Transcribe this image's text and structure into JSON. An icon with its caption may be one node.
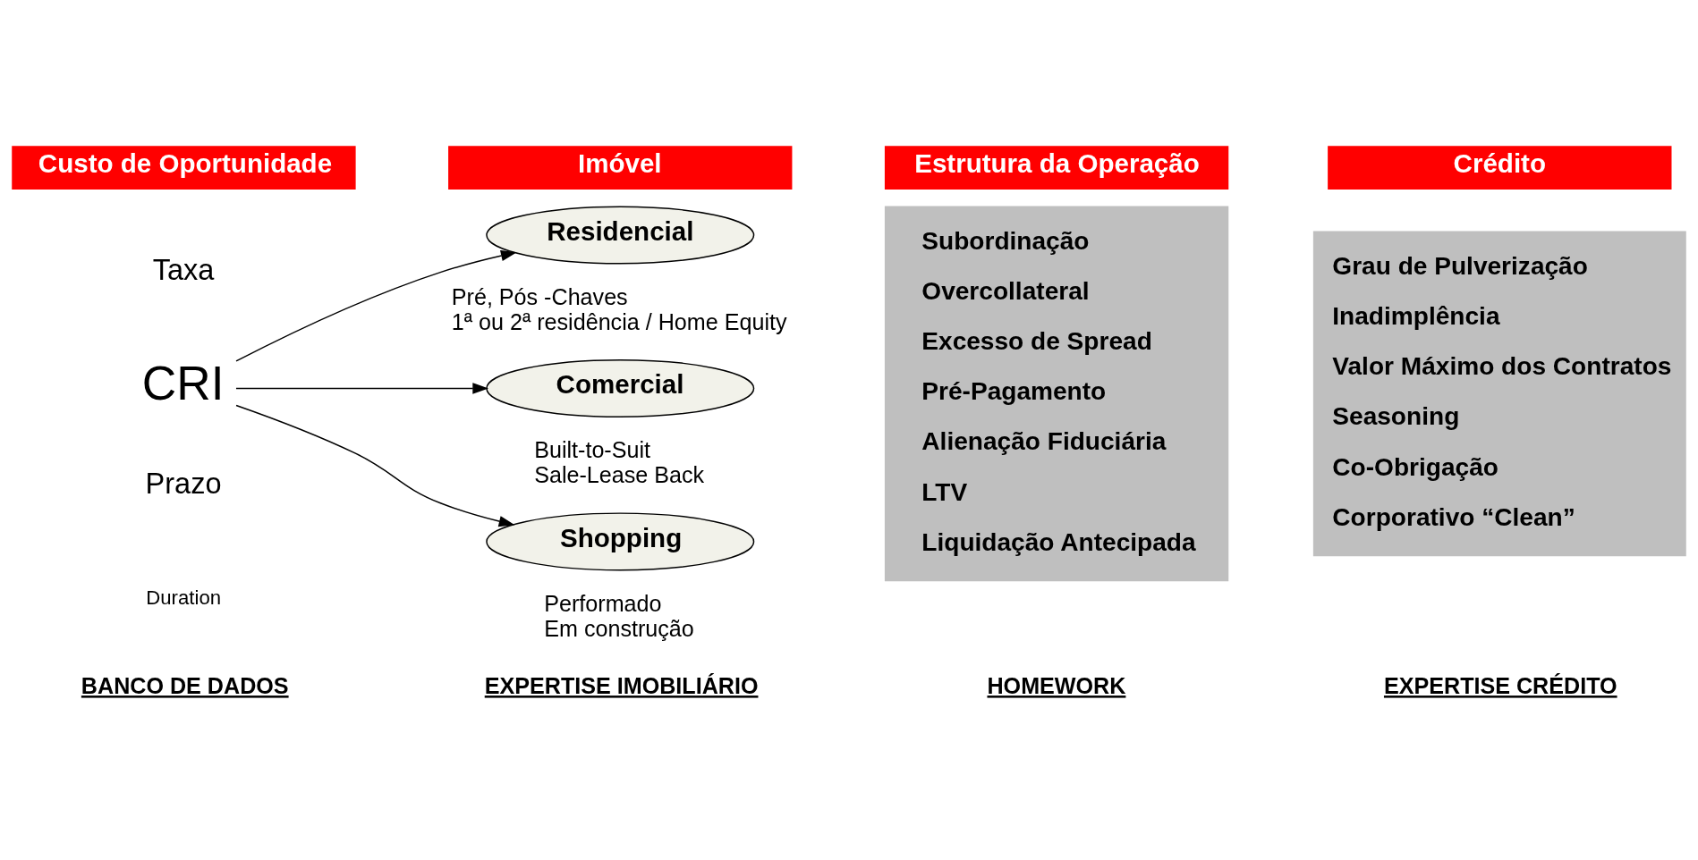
{
  "diagram": {
    "nodes": [
      {
        "text": [
          "Custo de Oportunidade"
        ]
      },
      {
        "text": [
          "Imóvel"
        ]
      },
      {
        "text": [
          "Estrutura da Operação"
        ]
      },
      {
        "text": [
          "Crédito"
        ]
      },
      {
        "text": [
          "CRI"
        ]
      },
      {
        "text": [
          "Residencial"
        ],
        "beside": [
          "Pré, Pós -Chaves",
          "1ª ou 2ª residência / Home Equity"
        ]
      },
      {
        "text": [
          "Comercial"
        ],
        "beside": [
          "Built-to-Suit",
          "Sale-Lease Back"
        ]
      },
      {
        "text": [
          "Shopping"
        ],
        "beside": [
          "Performado",
          "Em construção"
        ]
      },
      {
        "text": [
          "Subordinação",
          "Overcollateral",
          "Excesso de Spread",
          "Pré-Pagamento",
          "Alienação Fiduciária",
          "LTV",
          "Liquidação Antecipada"
        ]
      },
      {
        "text": [
          "Grau de Pulverização",
          "Inadimplência",
          "Valor Máximo dos Contratos",
          "Seasoning",
          "Co-Obrigação",
          "Corporativo “Clean”"
        ]
      }
    ],
    "edges": [
      {
        "from": 4,
        "to": 5,
        "arrow": "to"
      },
      {
        "from": 4,
        "to": 6,
        "arrow": "to"
      },
      {
        "from": 4,
        "to": 7,
        "arrow": "to"
      }
    ],
    "labels": [
      "Taxa",
      "Prazo",
      "Duration",
      "BANCO DE DADOS",
      "EXPERTISE IMOBILIÁRIO",
      "HOMEWORK",
      "EXPERTISE CRÉDITO"
    ]
  }
}
